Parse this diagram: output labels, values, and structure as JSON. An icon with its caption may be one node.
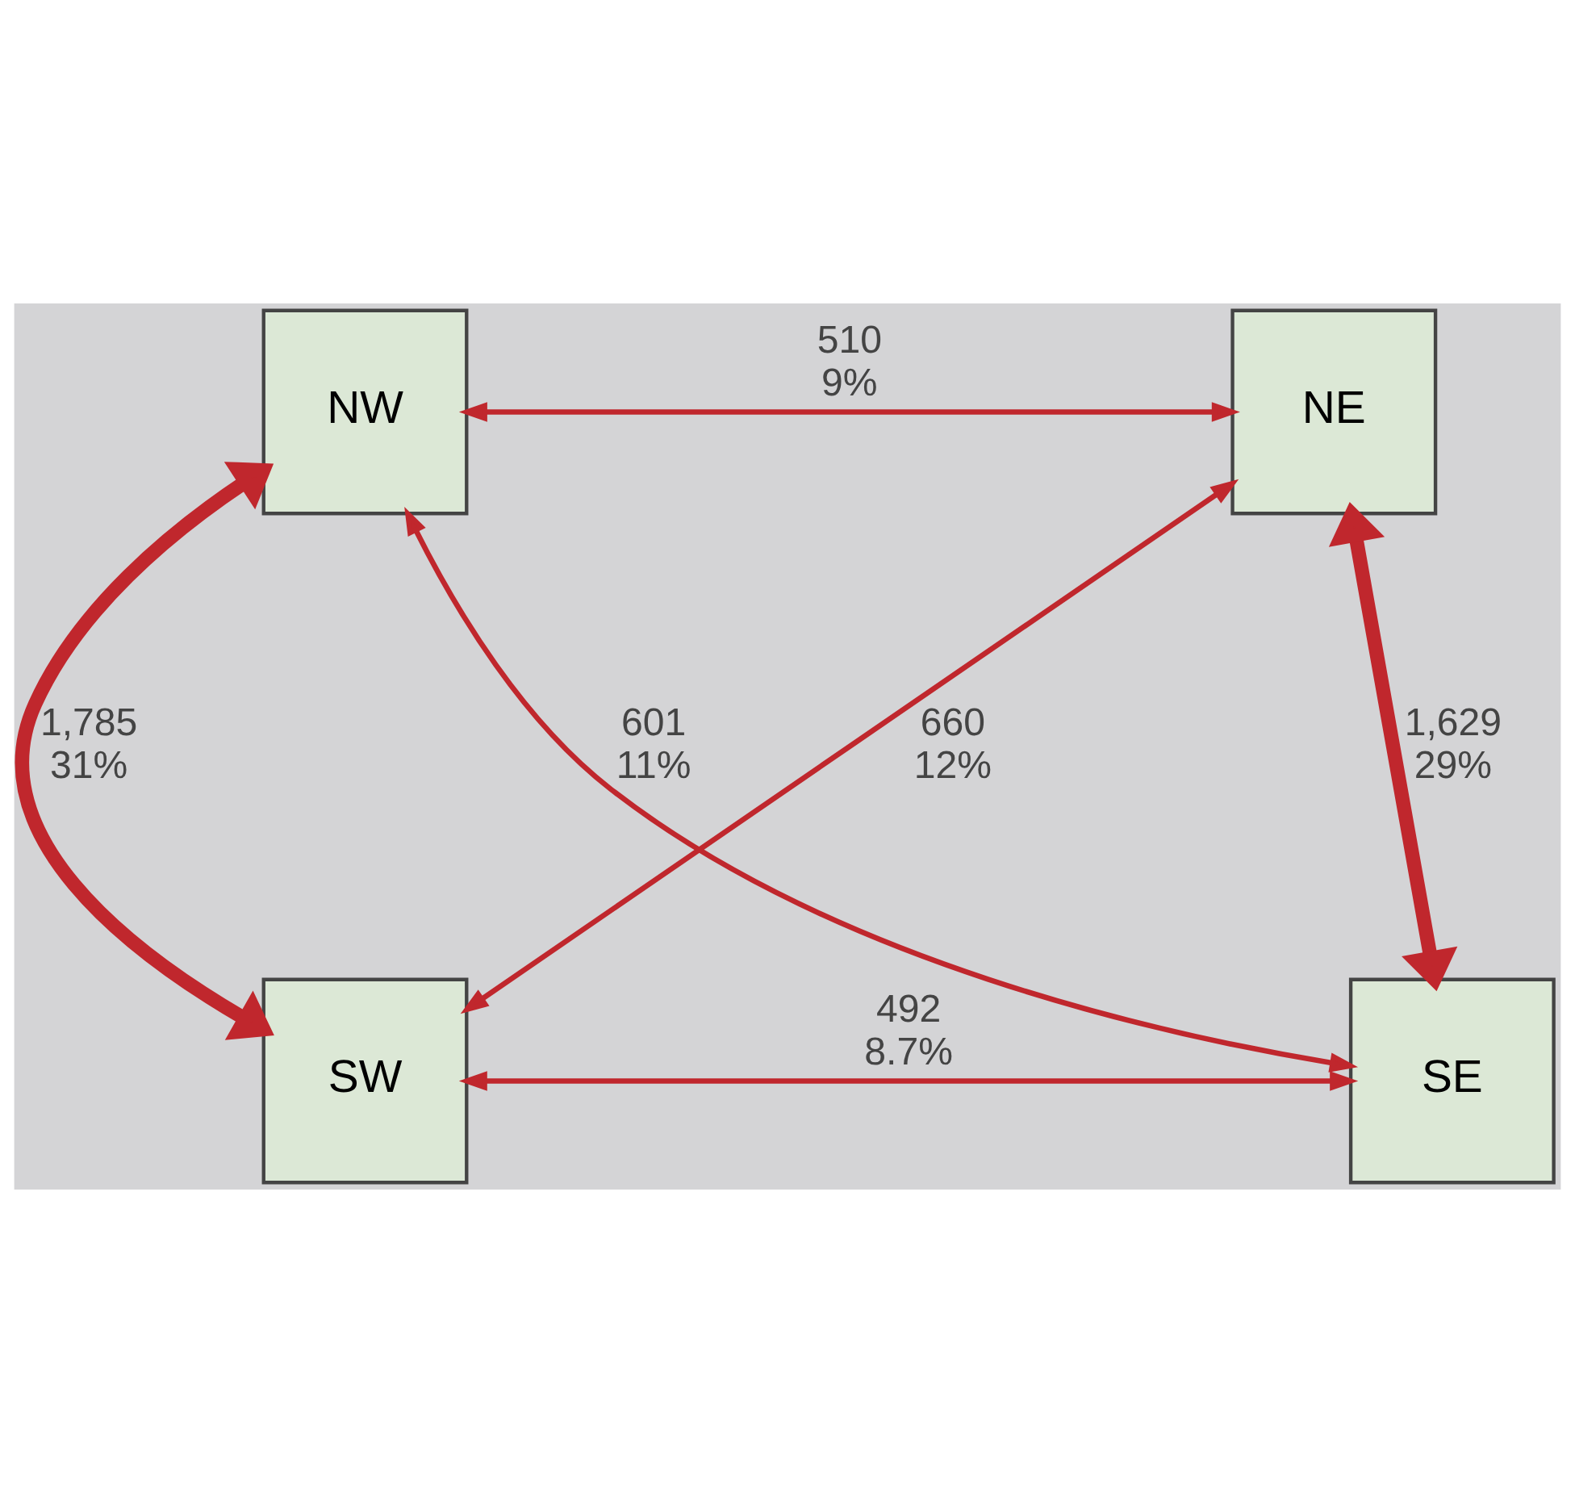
{
  "diagram": {
    "nodes": [
      {
        "text": [
          "NW"
        ]
      },
      {
        "text": [
          "NE"
        ]
      },
      {
        "text": [
          "SW"
        ]
      },
      {
        "text": [
          "SE"
        ]
      }
    ],
    "edges": [
      {
        "from": 0,
        "to": 1,
        "arrow": "both",
        "label": "510 9%"
      },
      {
        "from": 0,
        "to": 2,
        "arrow": "both",
        "label": "1,785 31%",
        "style": "thick"
      },
      {
        "from": 0,
        "to": 3,
        "arrow": "both",
        "label": "601 11%"
      },
      {
        "from": 1,
        "to": 2,
        "arrow": "both",
        "label": "660 12%"
      },
      {
        "from": 1,
        "to": 3,
        "arrow": "both",
        "label": "1,629 29%",
        "style": "thick"
      },
      {
        "from": 2,
        "to": 3,
        "arrow": "both",
        "label": "492 8.7%"
      }
    ]
  }
}
